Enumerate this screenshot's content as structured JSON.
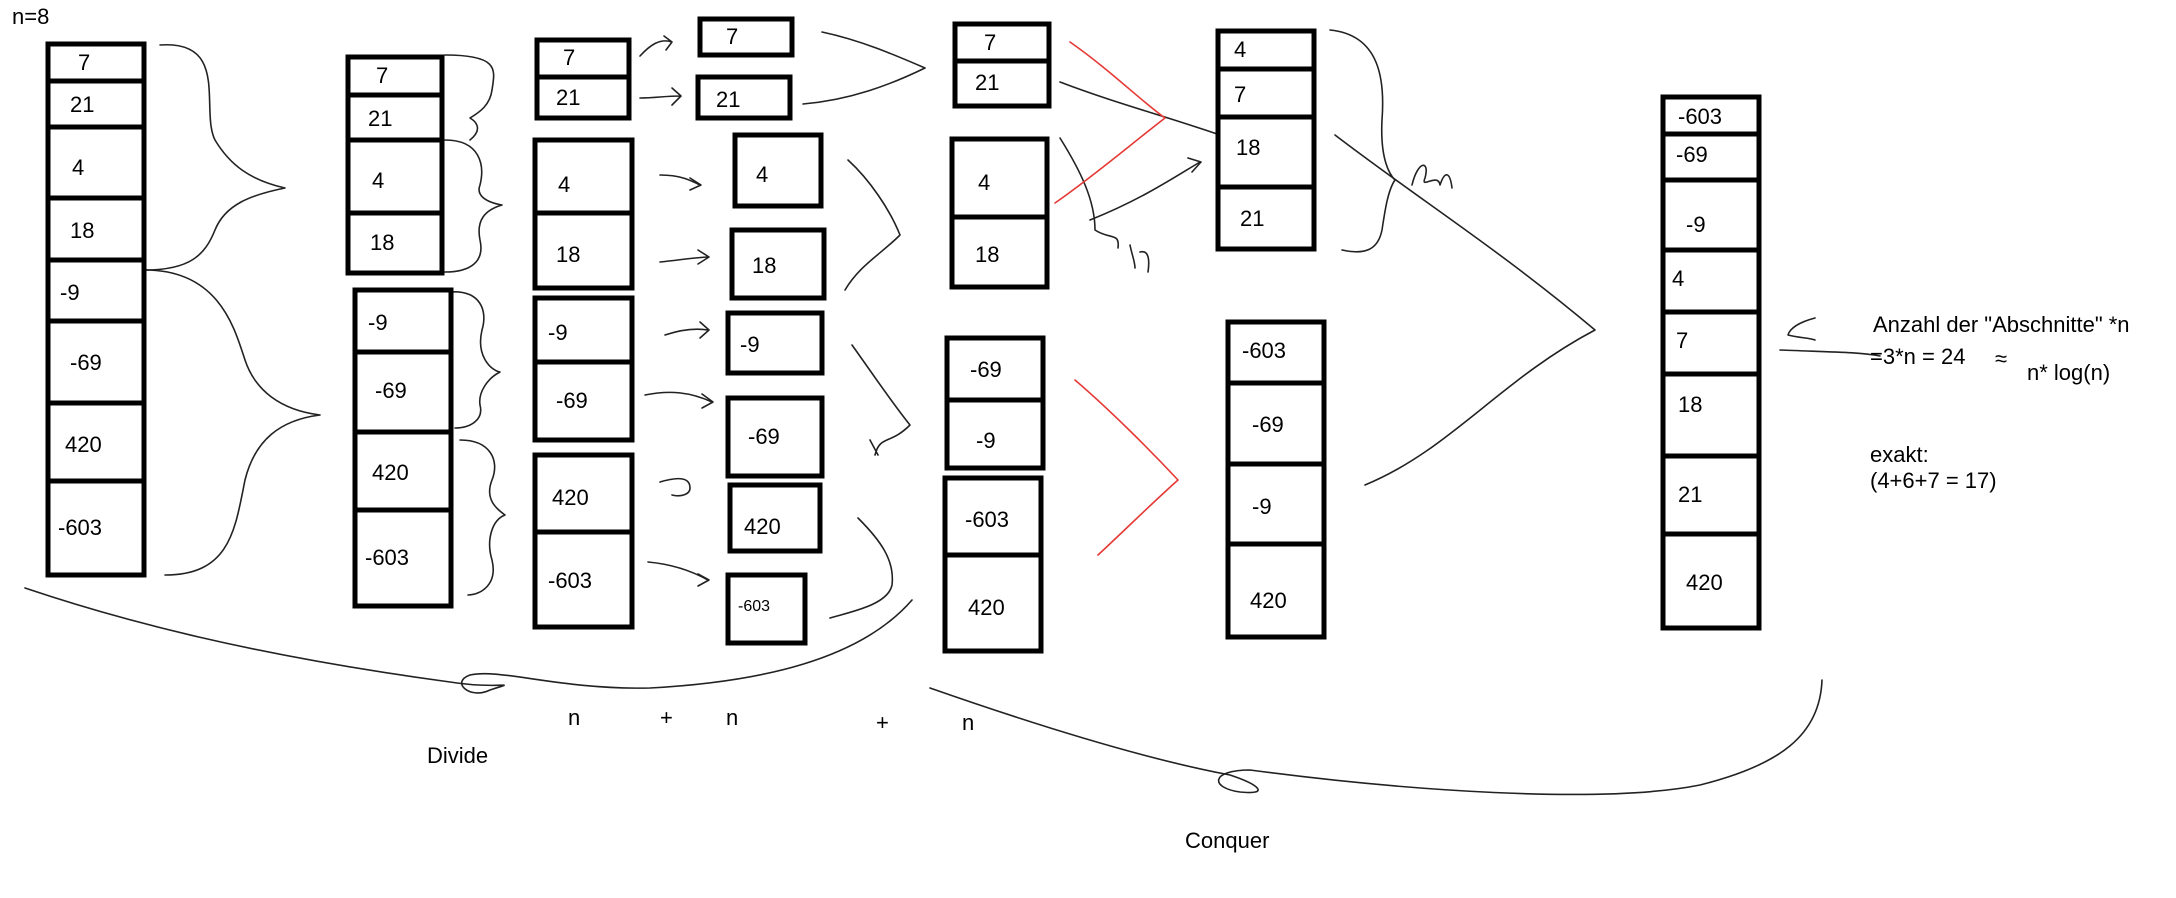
{
  "n_label": "n=8",
  "columns": {
    "c1": [
      "7",
      "21",
      "4",
      "18",
      "-9",
      "-69",
      "420",
      "-603"
    ],
    "c2": [
      "7",
      "21",
      "4",
      "18",
      "-9",
      "-69",
      "420",
      "-603"
    ],
    "c3": [
      "7",
      "21",
      "4",
      "18",
      "-9",
      "-69",
      "420",
      "-603"
    ],
    "c4": [
      "7",
      "21",
      "4",
      "18",
      "-9",
      "-69",
      "420",
      "-603"
    ],
    "c5": [
      "7",
      "21",
      "4",
      "18",
      "-69",
      "-9",
      "-603",
      "420"
    ],
    "c6": [
      "4",
      "7",
      "18",
      "21",
      "-603",
      "-69",
      "-9",
      "420"
    ],
    "c7": [
      "-603",
      "-69",
      "-9",
      "4",
      "7",
      "18",
      "21",
      "420"
    ]
  },
  "labels": {
    "divide": "Divide",
    "conquer": "Conquer",
    "n1": "n",
    "plus1": "+",
    "n2": "n",
    "plus2": "+",
    "n3": "n",
    "note1": "Anzahl der \"Abschnitte\" *n",
    "note2": "=3*n = 24",
    "approx": "≈",
    "nlog": "n* log(n)",
    "exakt": "exakt:",
    "exakt_value": "(4+6+7 = 17)"
  }
}
